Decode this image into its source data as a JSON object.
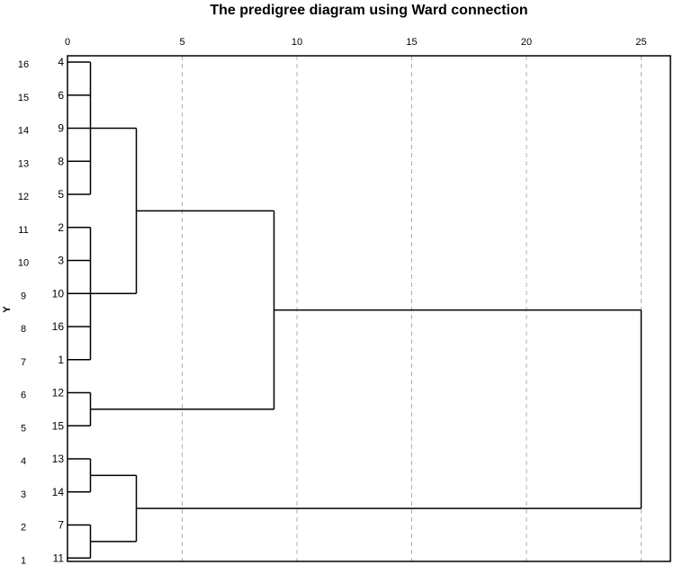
{
  "chart_data": {
    "type": "dendrogram",
    "title": "The predigree diagram using Ward connection",
    "xlabel": "",
    "ylabel": "Y",
    "xlim": [
      0,
      26.2
    ],
    "xticks": [
      0,
      5,
      10,
      15,
      20,
      25
    ],
    "grid": "dashed-vertical",
    "row_numbers": [
      "16",
      "15",
      "14",
      "13",
      "12",
      "11",
      "10",
      "9",
      "8",
      "7",
      "6",
      "5",
      "4",
      "3",
      "2",
      "1"
    ],
    "leaves": [
      "4",
      "6",
      "9",
      "8",
      "5",
      "2",
      "3",
      "10",
      "16",
      "1",
      "12",
      "15",
      "13",
      "14",
      "7",
      "11"
    ],
    "merges": [
      {
        "id": "A",
        "children": [
          "4",
          "6",
          "9",
          "8",
          "5"
        ],
        "height": 1.0
      },
      {
        "id": "B",
        "children": [
          "2",
          "3",
          "10",
          "16",
          "1"
        ],
        "height": 1.0
      },
      {
        "id": "C",
        "children": [
          "12",
          "15"
        ],
        "height": 1.0
      },
      {
        "id": "D",
        "children": [
          "13",
          "14"
        ],
        "height": 1.0
      },
      {
        "id": "E",
        "children": [
          "7",
          "11"
        ],
        "height": 1.0
      },
      {
        "id": "F",
        "children": [
          "A",
          "B"
        ],
        "height": 3.0
      },
      {
        "id": "G",
        "children": [
          "D",
          "E"
        ],
        "height": 3.0
      },
      {
        "id": "H",
        "children": [
          "F",
          "C"
        ],
        "height": 9.0
      },
      {
        "id": "I",
        "children": [
          "H",
          "G"
        ],
        "height": 25.0
      }
    ]
  }
}
